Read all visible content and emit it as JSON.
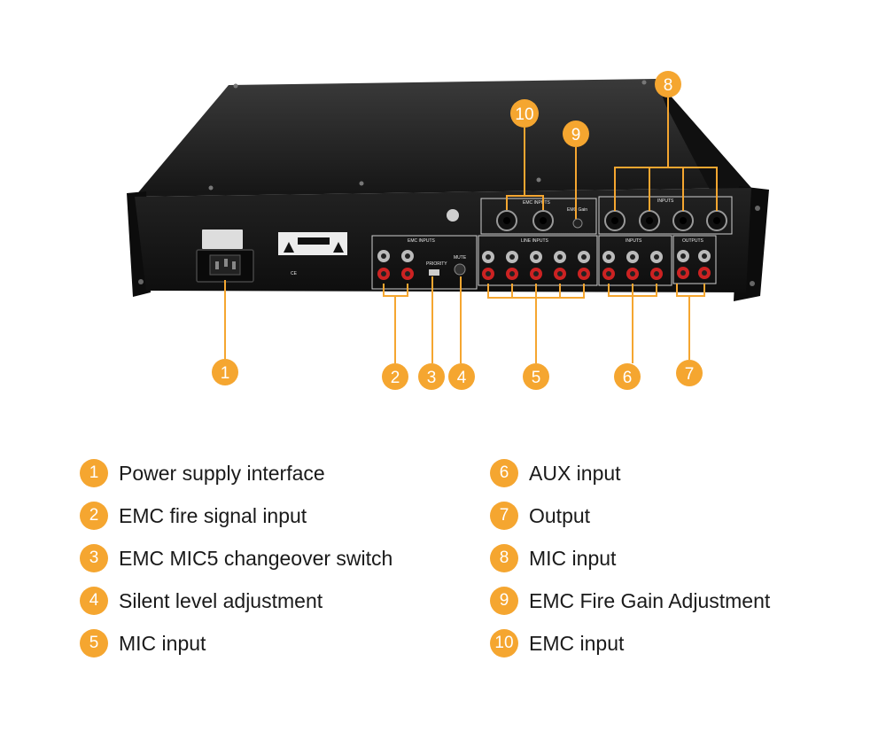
{
  "callouts": [
    "1",
    "2",
    "3",
    "4",
    "5",
    "6",
    "7",
    "8",
    "9",
    "10"
  ],
  "panel_text": {
    "emc_inputs_bottom": "EMC INPUTS",
    "emc_inputs_top": "EMC INPUTS",
    "emc_gain": "EMC Gain",
    "inputs_top": "INPUTS",
    "line_inputs": "LINE INPUTS",
    "inputs_mid": "INPUTS",
    "outputs": "OUTPUTS",
    "priority": "PRIORITY",
    "mute": "MUTE"
  },
  "legend": [
    {
      "num": "1",
      "label": "Power supply interface"
    },
    {
      "num": "2",
      "label": "EMC fire signal input"
    },
    {
      "num": "3",
      "label": "EMC MIC5 changeover switch"
    },
    {
      "num": "4",
      "label": "Silent level adjustment"
    },
    {
      "num": "5",
      "label": "MIC input"
    },
    {
      "num": "6",
      "label": "AUX input"
    },
    {
      "num": "7",
      "label": "Output"
    },
    {
      "num": "8",
      "label": "MIC input"
    },
    {
      "num": "9",
      "label": "EMC Fire Gain Adjustment"
    },
    {
      "num": "10",
      "label": "EMC input"
    }
  ],
  "colors": {
    "accent": "#f5a630",
    "chassis": "#1b1b1b"
  }
}
